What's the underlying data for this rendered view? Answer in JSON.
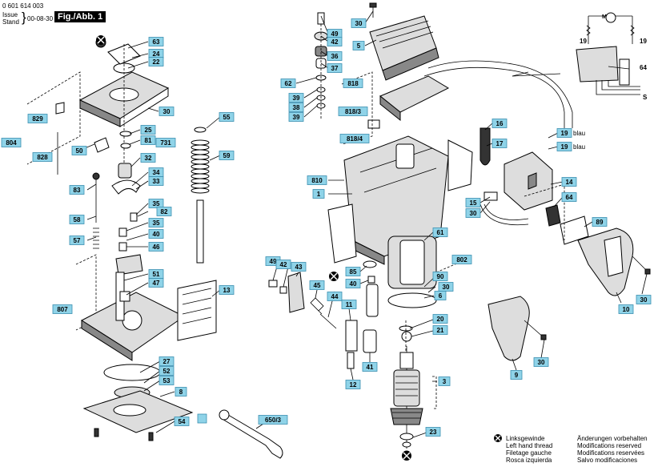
{
  "header": {
    "part_number": "0 601 614 003",
    "issue_label": "Issue",
    "stand_label": "Stand",
    "date": "00-08-30",
    "figure": "Fig./Abb. 1"
  },
  "callouts": {
    "c30a": "30",
    "c5": "5",
    "c49a": "49",
    "c42a": "42",
    "c36": "36",
    "c37": "37",
    "c63": "63",
    "c24": "24",
    "c22": "22",
    "c30b": "30",
    "c55": "55",
    "c62": "62",
    "c39a": "39",
    "c38": "38",
    "c39b": "39",
    "c818a": "818",
    "c818_3": "818/3",
    "c818_4": "818/4",
    "c16": "16",
    "c17": "17",
    "c19a": "19",
    "c19a_txt": "blau",
    "c19b": "19",
    "c19b_txt": "blau",
    "c829": "829",
    "c804": "804",
    "c25": "25",
    "c81": "81",
    "c731": "731",
    "c50": "50",
    "c828": "828",
    "c32": "32",
    "c59": "59",
    "c34": "34",
    "c33": "33",
    "c83": "83",
    "c35a": "35",
    "c82": "82",
    "c58": "58",
    "c35b": "35",
    "c40a": "40",
    "c57": "57",
    "c46": "46",
    "c810": "810",
    "c1": "1",
    "c14": "14",
    "c64a": "64",
    "c15": "15",
    "c30c": "30",
    "c89": "89",
    "c61": "61",
    "c802": "802",
    "c49b": "49",
    "c42b": "42",
    "c43": "43",
    "c85": "85",
    "c40b": "40",
    "c90": "90",
    "c30d": "30",
    "c6": "6",
    "c51": "51",
    "c47": "47",
    "c13": "13",
    "c807": "807",
    "c45": "45",
    "c44": "44",
    "c11": "11",
    "c10": "10",
    "c30e": "30",
    "c20": "20",
    "c21": "21",
    "c27": "27",
    "c52": "52",
    "c53": "53",
    "c8": "8",
    "c41": "41",
    "c12": "12",
    "c3": "3",
    "c9": "9",
    "c30f": "30",
    "c54": "54",
    "c650_3": "650/3",
    "c23": "23",
    "w19a": "19",
    "w19b": "19",
    "w64": "64",
    "w_s": "S",
    "w_m": "M"
  },
  "legend": {
    "left": [
      "Linksgewinde",
      "Left hand thread",
      "Filetage gauche",
      "Rosca izquierda"
    ],
    "right": [
      "Änderungen vorbehalten",
      "Modifications reserved",
      "Modifications reservées",
      "Salvo modificaciones"
    ]
  },
  "colors": {
    "callout_fill": "#8fd3e8",
    "callout_stroke": "#3a8fb0",
    "line": "#000000"
  }
}
